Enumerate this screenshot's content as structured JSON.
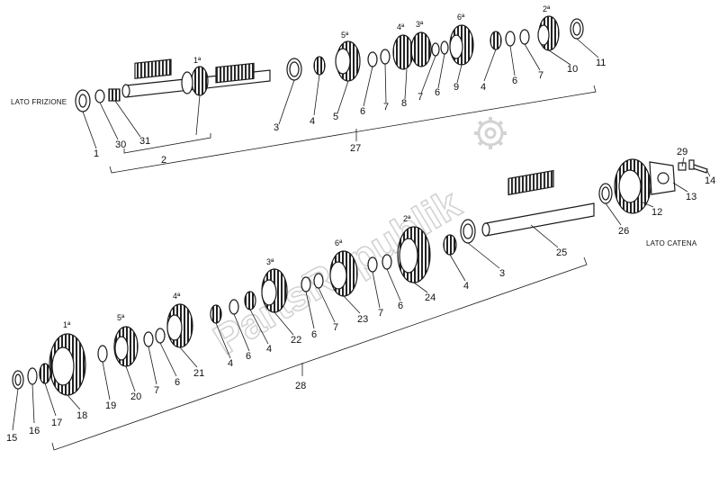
{
  "side_labels": {
    "clutch_side": "LATO FRIZIONE",
    "chain_side": "LATO CATENA"
  },
  "watermark": {
    "text": "PartsRepublik",
    "icon": "gear-icon"
  },
  "gear_ordinals": {
    "top_first": "1ª",
    "top_fifth": "5ª",
    "top_fourth": "4ª",
    "top_third": "3ª",
    "top_sixth": "6ª",
    "top_second": "2ª",
    "bottom_first": "1ª",
    "bottom_fifth": "5ª",
    "bottom_fourth": "4ª",
    "bottom_third": "3ª",
    "bottom_sixth": "6ª",
    "bottom_second": "2ª"
  },
  "callouts": {
    "top": [
      "1",
      "30",
      "31",
      "2",
      "3",
      "4",
      "5",
      "6",
      "7",
      "8",
      "7",
      "6",
      "9",
      "4",
      "6",
      "7",
      "10",
      "11",
      "27"
    ],
    "bottom": [
      "15",
      "16",
      "17",
      "18",
      "19",
      "20",
      "7",
      "6",
      "21",
      "4",
      "6",
      "4",
      "22",
      "6",
      "7",
      "23",
      "7",
      "6",
      "24",
      "4",
      "3",
      "25",
      "26",
      "12",
      "13",
      "29",
      "14",
      "28"
    ]
  },
  "colors": {
    "line": "#1a1a1a",
    "watermark": "#cfcfcf",
    "background": "#ffffff"
  }
}
